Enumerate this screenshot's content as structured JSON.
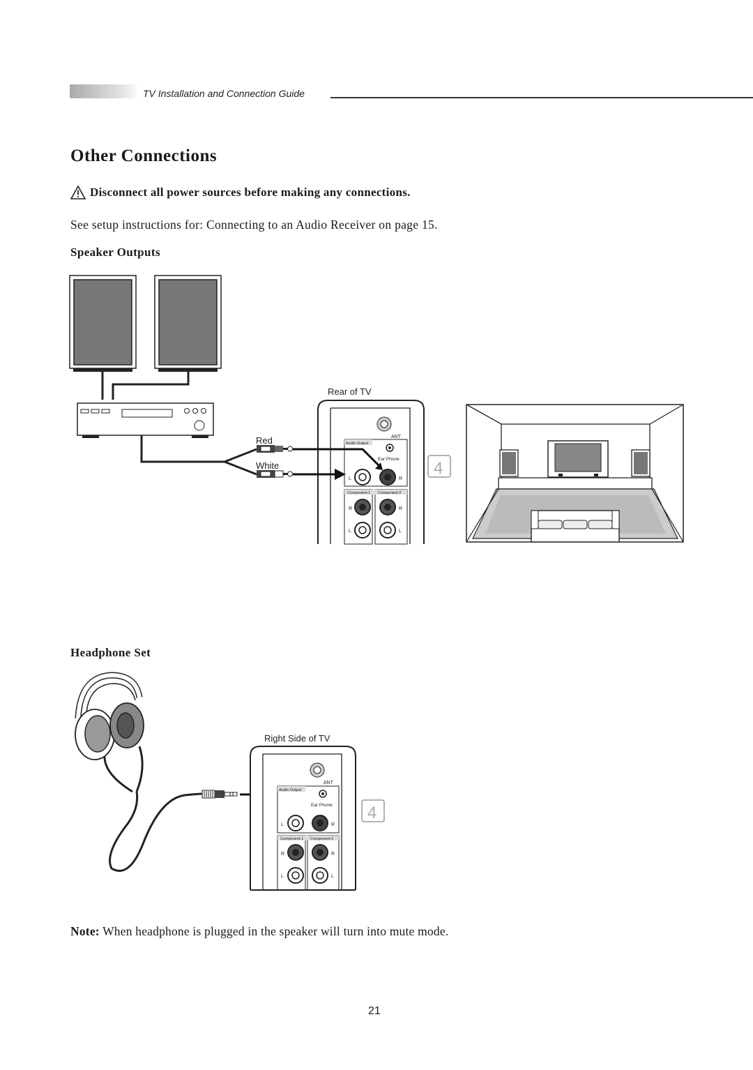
{
  "header": {
    "guide_title": "TV Installation and Connection Guide"
  },
  "title": "Other Connections",
  "warning": "Disconnect all power sources before making any connections.",
  "setup_text": "See setup instructions for: Connecting to an Audio Receiver on page 15.",
  "speaker_section": {
    "heading": "Speaker Outputs",
    "rear_label": "Rear of TV",
    "red_label": "Red",
    "white_label": "White",
    "step_number": "4"
  },
  "panel": {
    "ant": "ANT",
    "audio_output": "Audio Output",
    "ear_phone": "Ear Phone",
    "left": "L",
    "right": "R",
    "component1": "Component-1",
    "component2": "Component-2"
  },
  "headphone_section": {
    "heading": "Headphone Set",
    "side_label": "Right Side of TV",
    "step_number": "4"
  },
  "note": {
    "label": "Note:",
    "text": "When headphone is plugged in the speaker will turn into mute mode."
  },
  "page_number": "21"
}
